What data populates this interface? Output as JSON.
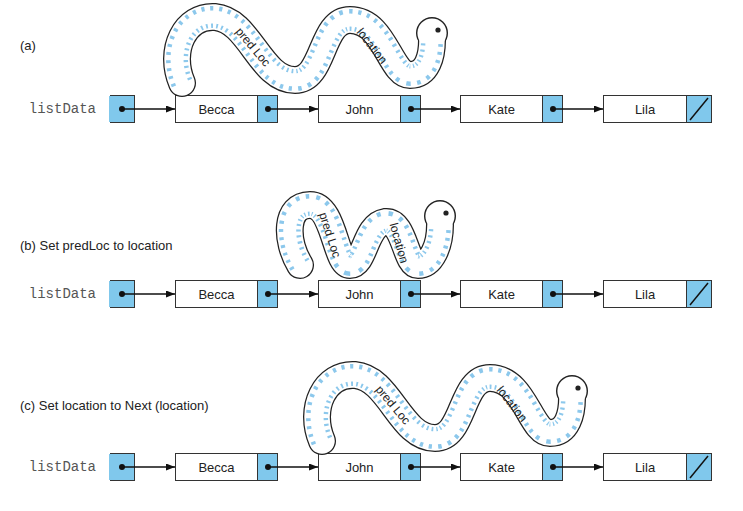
{
  "diagram": {
    "nodes": [
      {
        "text": [
          "pred Loc",
          "location"
        ]
      },
      {
        "text": [
          "listData"
        ]
      },
      {
        "text": [
          "Becca"
        ]
      },
      {
        "text": [
          "John"
        ]
      },
      {
        "text": [
          "Kate"
        ]
      },
      {
        "text": [
          "Lila"
        ]
      },
      {
        "text": [
          "pred Loc",
          "location"
        ]
      },
      {
        "text": [
          "listData"
        ]
      },
      {
        "text": [
          "Becca"
        ]
      },
      {
        "text": [
          "John"
        ]
      },
      {
        "text": [
          "Kate"
        ]
      },
      {
        "text": [
          "Lila"
        ]
      },
      {
        "text": [
          "pred Loc",
          "location"
        ]
      },
      {
        "text": [
          "listData"
        ]
      },
      {
        "text": [
          "Becca"
        ]
      },
      {
        "text": [
          "John"
        ]
      },
      {
        "text": [
          "Kate"
        ]
      },
      {
        "text": [
          "Lila"
        ]
      }
    ],
    "edges": [
      {
        "from": 1,
        "to": 2,
        "arrow": "to"
      },
      {
        "from": 2,
        "to": 3,
        "arrow": "to"
      },
      {
        "from": 3,
        "to": 4,
        "arrow": "to"
      },
      {
        "from": 4,
        "to": 5,
        "arrow": "to"
      },
      {
        "from": 7,
        "to": 8,
        "arrow": "to"
      },
      {
        "from": 8,
        "to": 9,
        "arrow": "to"
      },
      {
        "from": 9,
        "to": 10,
        "arrow": "to"
      },
      {
        "from": 10,
        "to": 11,
        "arrow": "to"
      },
      {
        "from": 13,
        "to": 14,
        "arrow": "to"
      },
      {
        "from": 14,
        "to": 15,
        "arrow": "to"
      },
      {
        "from": 15,
        "to": 16,
        "arrow": "to"
      },
      {
        "from": 16,
        "to": 17,
        "arrow": "to"
      }
    ],
    "labels": [
      "(a)",
      "(b) Set predLoc to location",
      "(c) Set location to Next (location)"
    ]
  }
}
